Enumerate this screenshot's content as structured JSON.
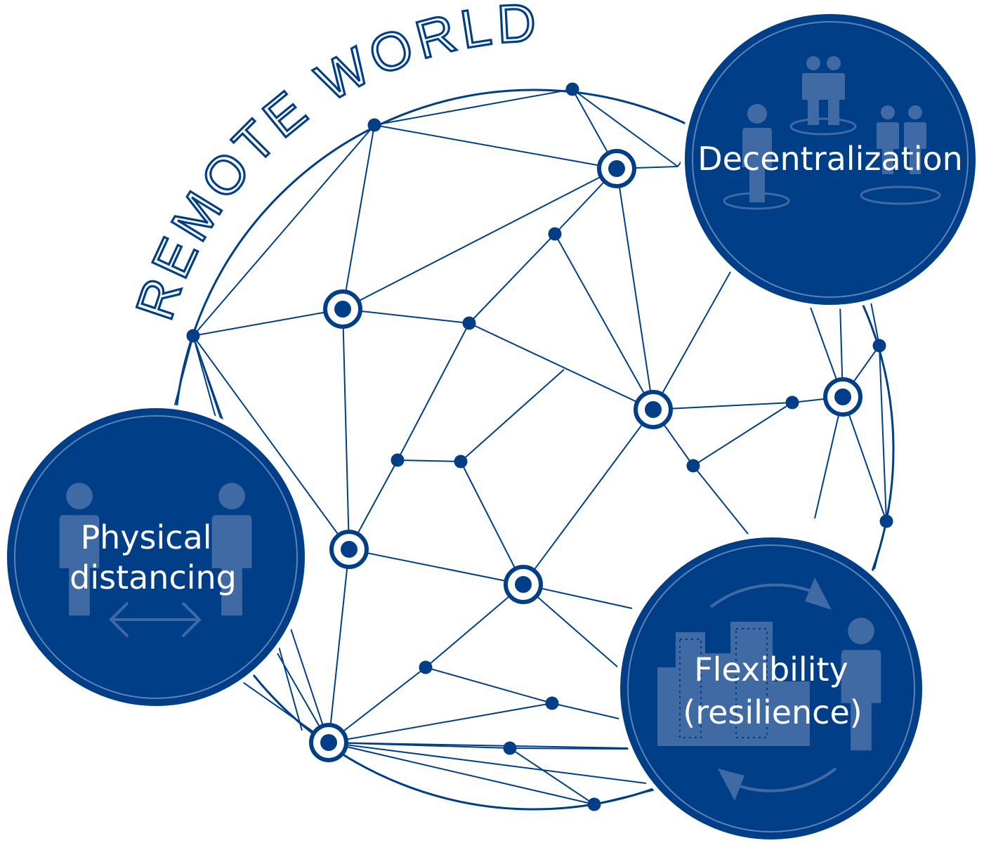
{
  "title": "REMOTE WORLD",
  "colors": {
    "primary": "#003f87",
    "icon_fill": "#3f6aa4",
    "background": "#ffffff"
  },
  "concepts": [
    {
      "id": "decentralization",
      "lines": [
        "Decentralization"
      ],
      "icon": "people-groups-icon"
    },
    {
      "id": "physical-distancing",
      "lines": [
        "Physical",
        "distancing"
      ],
      "icon": "two-people-apart-icon"
    },
    {
      "id": "flexibility",
      "lines": [
        "Flexibility",
        "(resilience)"
      ],
      "icon": "city-person-cycle-icon"
    }
  ],
  "network": {
    "icon": "network-globe-icon"
  }
}
